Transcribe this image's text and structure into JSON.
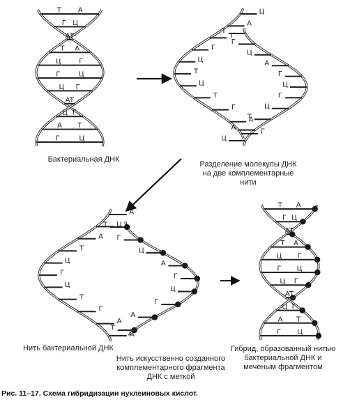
{
  "figure_caption": "Рис. 11–17. Схема гибридизации нуклеиновых кислот.",
  "labels": {
    "bacterial_dna": "Бактериальная ДНК",
    "separation_line1": "Разделение молекулы ДНК",
    "separation_line2": "на две комплементарные",
    "separation_line3": "нити",
    "bacterial_strand": "Нить бактериальной ДНК",
    "labeled_line1": "Нить искусственно созданного",
    "labeled_line2": "комплементарного фрагмента",
    "labeled_line3": "ДНК с  меткой",
    "hybrid_line1": "Гибрид, образованный нитью",
    "hybrid_line2": "бактериальной ДНК и",
    "hybrid_line3": "меченым фрагментом"
  },
  "panels": {
    "bacterial_dna": {
      "pairs": [
        [
          "Т",
          "А"
        ],
        [
          "Г",
          "Ц"
        ],
        [
          "А",
          "Т"
        ],
        [
          "Т",
          "А"
        ],
        [
          "Ц",
          "Г"
        ],
        [
          "Г",
          "Ц"
        ],
        [
          "Ц",
          "Г"
        ],
        [
          "А",
          "Т"
        ],
        [
          "Ц",
          "Г"
        ],
        [
          "А",
          "Т"
        ],
        [
          "Г",
          "Ц"
        ]
      ]
    },
    "separated_strand_left": {
      "bases": [
        "Ц",
        "А",
        "Т",
        "Г",
        "Ц",
        "Т",
        "Ц",
        "Т",
        "Г",
        "А",
        "Г"
      ]
    },
    "separated_strand_right": {
      "bases": [
        "Т",
        "Г",
        "Ц",
        "А",
        "Г",
        "Ц",
        "Г",
        "Ц",
        "Т",
        "А",
        "Ц"
      ]
    },
    "bacterial_strand": {
      "bases": [
        "А",
        "Ц",
        "А",
        "Т",
        "Ц",
        "Г",
        "Ц",
        "Т",
        "Г",
        "А",
        "Ц"
      ]
    },
    "labeled_fragment": {
      "bases": [
        "Т",
        "Г",
        "Ц",
        "А",
        "Г",
        "Ц",
        "Г",
        "А",
        "Т"
      ]
    },
    "hybrid": {
      "pairs": [
        [
          "Т",
          "А"
        ],
        [
          "Г",
          "Ц"
        ],
        [
          "А",
          "Т"
        ],
        [
          "Т",
          "А"
        ],
        [
          "Ц",
          "Г"
        ],
        [
          "Г",
          "Ц"
        ],
        [
          "Ц",
          "Г"
        ],
        [
          "А",
          "Т"
        ],
        [
          "Ц",
          "Г"
        ],
        [
          "А",
          "Т"
        ],
        [
          "Г",
          "Ц"
        ]
      ]
    }
  }
}
